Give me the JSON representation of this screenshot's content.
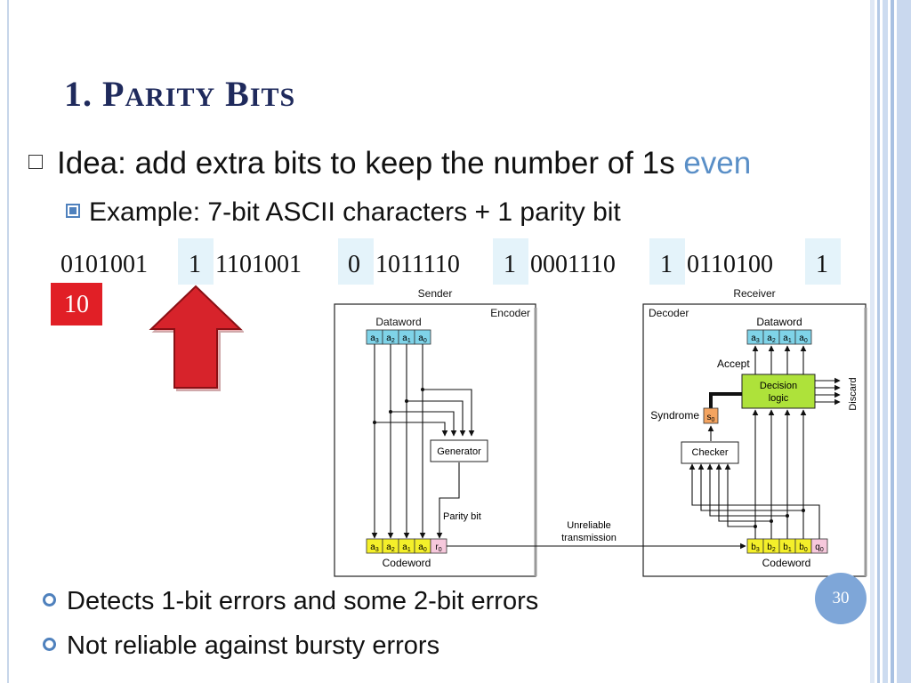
{
  "title": {
    "number": "1.",
    "first_cap": "P",
    "first_rest": "ARITY",
    "second_cap": "B",
    "second_rest": "ITS"
  },
  "bullets": {
    "idea_text": "Idea: add extra bits to keep the number of 1s ",
    "idea_highlight": "even",
    "example": "Example: 7-bit ASCII characters + 1 parity bit",
    "detects": "Detects 1-bit errors and some 2-bit errors",
    "not_reliable": "Not reliable against bursty errors"
  },
  "bit_groups": [
    {
      "data": "0101001",
      "parity": "1"
    },
    {
      "data": "1101001",
      "parity": "0"
    },
    {
      "data": "1011110",
      "parity": "1"
    },
    {
      "data": "0001110",
      "parity": "1"
    },
    {
      "data": "0110100",
      "parity": "1"
    }
  ],
  "overflow_bits": "10",
  "page_number": "30",
  "diagram": {
    "sender_label": "Sender",
    "receiver_label": "Receiver",
    "encoder_label": "Encoder",
    "decoder_label": "Decoder",
    "dataword_label": "Dataword",
    "codeword_label": "Codeword",
    "generator_label": "Generator",
    "checker_label": "Checker",
    "parity_bit_label": "Parity bit",
    "unreliable_line1": "Unreliable",
    "unreliable_line2": "transmission",
    "accept_label": "Accept",
    "discard_label": "Discard",
    "syndrome_label": "Syndrome",
    "decision_line1": "Decision",
    "decision_line2": "logic",
    "sender_cells": [
      "a3",
      "a2",
      "a1",
      "a0",
      "r0"
    ],
    "receiver_cells": [
      "b3",
      "b2",
      "b1",
      "b0",
      "q0"
    ],
    "dataword_cells": [
      "a3",
      "a2",
      "a1",
      "a0"
    ],
    "syndrome_cell": "s0"
  },
  "colors": {
    "title": "#1f2a5c",
    "highlight": "#5a8fc7",
    "parity_bg": "#e4f3fa",
    "red": "#e11f26",
    "cell_blue": "#7fd3e8",
    "cell_yellow": "#f4ef2a",
    "cell_pink": "#f6c8dc",
    "decision_green": "#aee23a",
    "syndrome_orange": "#f4a460"
  }
}
